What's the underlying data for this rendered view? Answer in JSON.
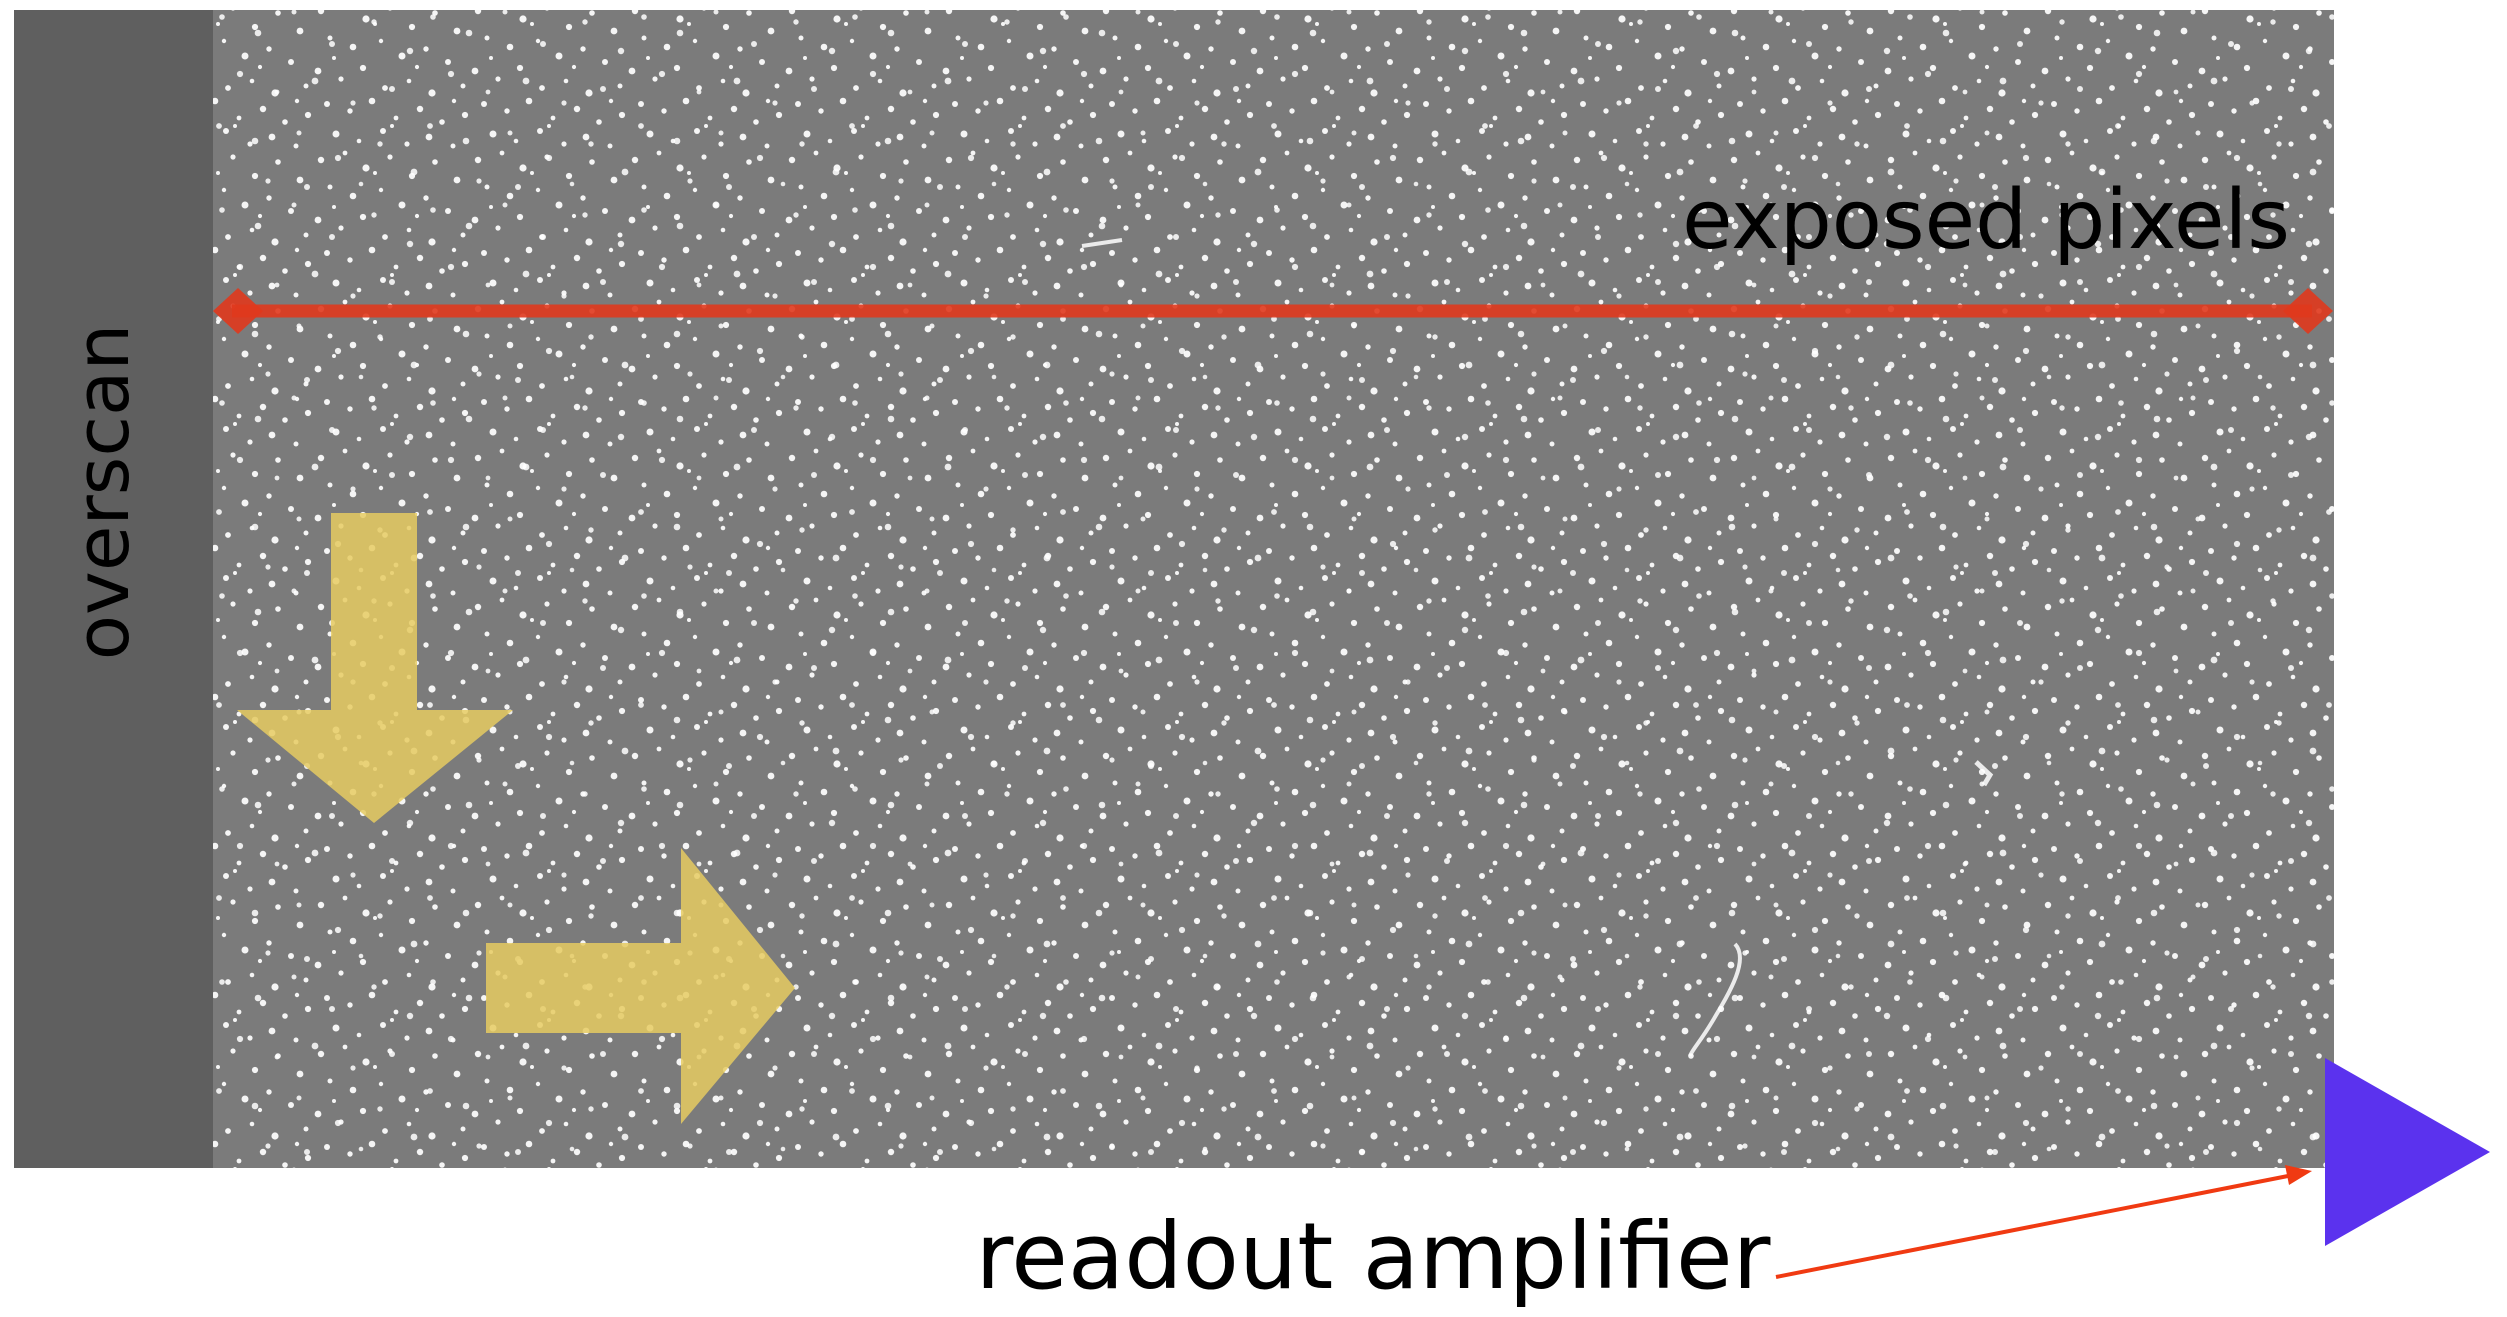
{
  "labels": {
    "overscan": "overscan",
    "exposed_pixels": "exposed pixels",
    "readout_amplifier": "readout amplifier"
  },
  "colors": {
    "background": "#ffffff",
    "overscan_region": "#5f5f5f",
    "exposed_region": "#7b7b7b",
    "hot_pixels": "#ffffff",
    "extent_line": "#e0391d",
    "shift_arrows": "#e6cb62",
    "amplifier": "#5b32ee",
    "pointer": "#f03a12",
    "text": "#000000"
  },
  "icons": {
    "vertical_shift": "arrow-down-icon",
    "horizontal_shift": "arrow-right-icon",
    "amplifier": "triangle-right-icon"
  }
}
